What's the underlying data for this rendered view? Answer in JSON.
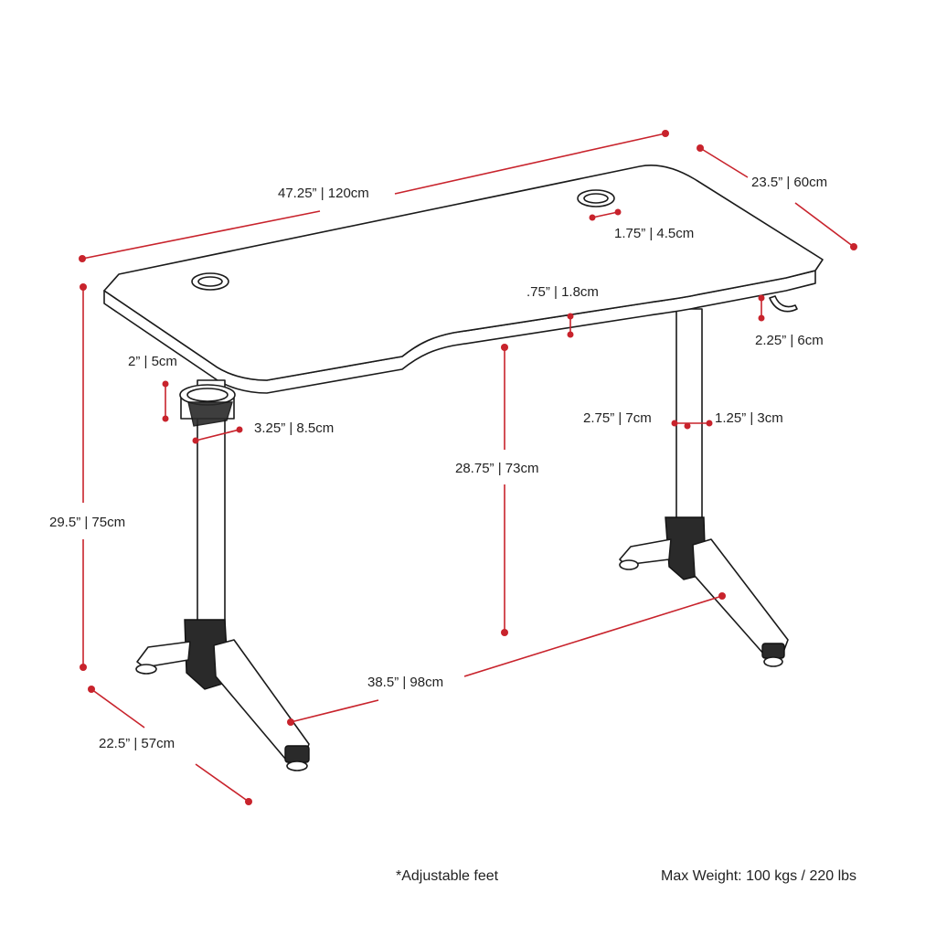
{
  "dimensions": {
    "width": "47.25” | 120cm",
    "depth": "23.5” | 60cm",
    "grommet": "1.75” | 4.5cm",
    "top_thickness": ".75” | 1.8cm",
    "hook": "2.25” | 6cm",
    "cup_holder_height": "2” | 5cm",
    "cup_holder_diameter": "3.25” | 8.5cm",
    "leg_width": "2.75” | 7cm",
    "leg_depth": "1.25” | 3cm",
    "total_height": "29.5” | 75cm",
    "clearance_height": "28.75” | 73cm",
    "leg_span": "38.5” | 98cm",
    "foot_depth": "22.5” | 57cm"
  },
  "notes": {
    "feet": "*Adjustable feet",
    "max_weight": "Max Weight: 100 kgs / 220 lbs"
  }
}
